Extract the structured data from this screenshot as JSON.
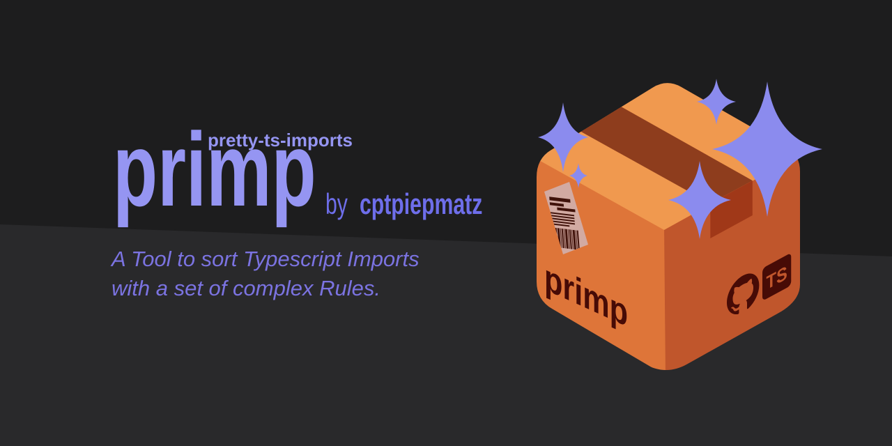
{
  "branding": {
    "package_name": "pretty-ts-imports",
    "title": "primp",
    "byline_prefix": "by",
    "author": "cptpiepmatz"
  },
  "tagline": {
    "line1": "A Tool to sort Typescript Imports",
    "line2": "with a set of complex Rules."
  },
  "box": {
    "side_text": "primp",
    "ts_badge_text": "TS"
  },
  "colors": {
    "bg_top": "#1d1d1e",
    "bg_bottom": "#29292b",
    "title_purple": "#9595f2",
    "author_purple": "#6e6eea",
    "tagline_purple": "#7b73e1",
    "sparkle_purple": "#8b8bee",
    "box_top": "#f0994f",
    "box_left": "#de7539",
    "box_right": "#c0562c",
    "tape_top": "#8e3d1d",
    "tape_side": "#a03818",
    "box_ink": "#470b06",
    "label_paper": "#d2aaa2",
    "label_ink": "#40120a"
  }
}
